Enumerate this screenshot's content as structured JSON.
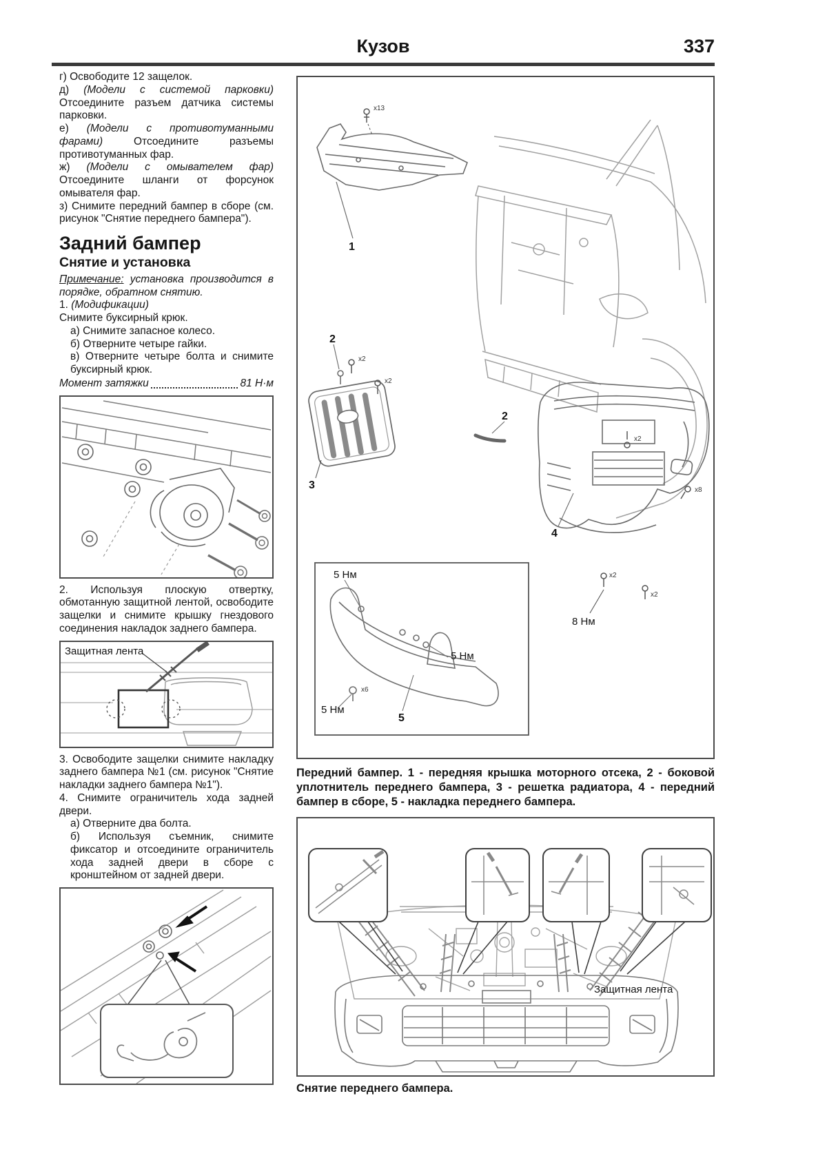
{
  "header": {
    "section_title": "Кузов",
    "page_number": "337"
  },
  "left": {
    "front_steps": [
      {
        "prefix": "г) ",
        "italic": "",
        "rest": "Освободите 12 защелок."
      },
      {
        "prefix": "д) ",
        "italic": "(Модели с системой парковки)",
        "rest": " Отсоедините разъем датчика системы парковки."
      },
      {
        "prefix": "е) ",
        "italic": "(Модели с противотуманными фарами)",
        "rest": " Отсоедините разъемы противотуманных фар."
      },
      {
        "prefix": "ж) ",
        "italic": "(Модели с омывателем фар)",
        "rest": " Отсоедините шланги от форсунок омывателя фар."
      },
      {
        "prefix": "з) ",
        "italic": "",
        "rest": "Снимите передний бампер в сборе (см. рисунок \"Снятие переднего бампера\")."
      }
    ],
    "heading": "Задний бампер",
    "subheading": "Снятие и установка",
    "note_label": "Примечание:",
    "note_rest": " установка производится в порядке, обратном снятию.",
    "step1_prefix": "1. ",
    "step1_italic": "(Модификации)",
    "step1_line": "Снимите буксирный крюк.",
    "substeps1": [
      "а) Снимите запасное колесо.",
      "б) Отверните четыре гайки.",
      "в) Отверните четыре болта и снимите буксирный крюк."
    ],
    "torque_label": "Момент затяжки",
    "torque_value": "81 Н·м",
    "step2": "2. Используя плоскую отвертку, обмотанную защитной лентой, освободите защелки и снимите крышку гнездового соединения накладок заднего бампера.",
    "fig_tape_label": "Защитная лента",
    "step3": "3. Освободите защелки снимите накладку заднего бампера №1 (см. рисунок \"Снятие накладки заднего бампера №1\").",
    "step4": "4. Снимите ограничитель хода задней двери.",
    "substeps4": [
      "а) Отверните два болта.",
      "б) Используя съемник, снимите фиксатор и отсоедините ограничитель хода задней двери в сборе с кронштейном от задней двери."
    ]
  },
  "figures": {
    "main": {
      "part_numbers": [
        "1",
        "2",
        "2",
        "3",
        "4",
        "5"
      ],
      "torques": [
        "8 Нм",
        "5 Нм",
        "5 Нм",
        "5 Нм"
      ],
      "bolt_counts": [
        "x13",
        "x2",
        "x2",
        "x2",
        "x2",
        "x2",
        "x6",
        "x8"
      ],
      "caption": "Передний бампер. 1 - передняя крышка моторного отсека, 2 - боковой уплотнитель переднего бампера, 3 - решетка радиатора, 4 - передний бампер в сборе, 5 - накладка переднего бампера."
    },
    "removal": {
      "tape_label": "Защитная лента",
      "caption": "Снятие переднего бампера."
    }
  }
}
